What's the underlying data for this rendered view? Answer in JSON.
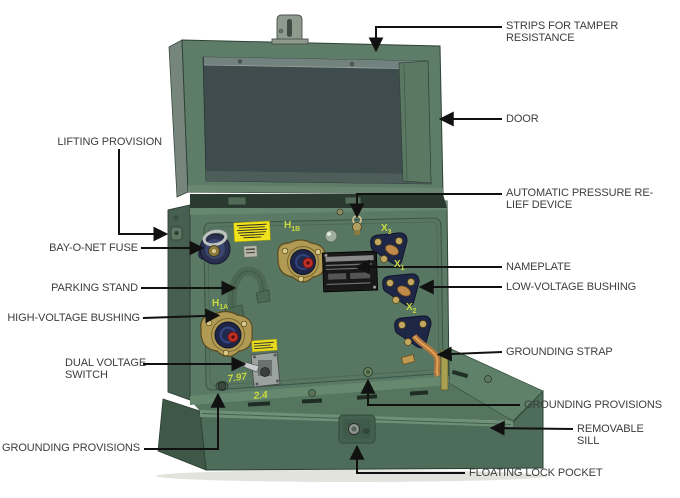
{
  "figure": {
    "subject": "Pad-mounted distribution transformer, door open, with part callouts"
  },
  "colors": {
    "background": "#ffffff",
    "cabinet_green": "#5b7a66",
    "base_green": "#4d6c59",
    "door_interior": "#3e4c4d",
    "marking_yellow_green": "#c9d83e",
    "caution_label_yellow": "#f2e41c",
    "callout_text": "#3d3d3d",
    "connector_line": "#111111"
  },
  "callouts": {
    "strips_tamper": {
      "lines": [
        "STRIPS FOR TAMPER",
        "RESISTANCE"
      ]
    },
    "door": {
      "lines": [
        "DOOR"
      ]
    },
    "lifting_provision": {
      "lines": [
        "LIFTING PROVISION"
      ]
    },
    "bayonet_fuse": {
      "lines": [
        "BAY-O-NET FUSE"
      ]
    },
    "parking_stand": {
      "lines": [
        "PARKING STAND"
      ]
    },
    "hv_bushing": {
      "lines": [
        "HIGH-VOLTAGE BUSHING"
      ]
    },
    "dual_voltage_switch": {
      "lines": [
        "DUAL VOLTAGE",
        "SWITCH"
      ]
    },
    "grounding_provisions_left": {
      "lines": [
        "GROUNDING PROVISIONS"
      ]
    },
    "auto_pressure_relief": {
      "lines": [
        "AUTOMATIC PRESSURE RE-",
        "LIEF DEVICE"
      ]
    },
    "nameplate": {
      "lines": [
        "NAMEPLATE"
      ]
    },
    "lv_bushing": {
      "lines": [
        "LOW-VOLTAGE BUSHING"
      ]
    },
    "grounding_strap": {
      "lines": [
        "GROUNDING STRAP"
      ]
    },
    "grounding_provisions_right": {
      "lines": [
        "GROUNDING PROVISIONS"
      ]
    },
    "removable_sill": {
      "lines": [
        "REMOVABLE",
        "SILL"
      ]
    },
    "floating_lock_pocket": {
      "lines": [
        "FLOATING LOCK POCKET"
      ]
    }
  },
  "markings": {
    "h1b": {
      "main": "H",
      "sub": "1B"
    },
    "h1a": {
      "main": "H",
      "sub": "1A"
    },
    "x3": {
      "main": "X",
      "sub": "3"
    },
    "x1": {
      "main": "X",
      "sub": "1"
    },
    "x2": {
      "main": "X",
      "sub": "2"
    },
    "tap_primary": "7.97",
    "tap_secondary": "2.4"
  }
}
